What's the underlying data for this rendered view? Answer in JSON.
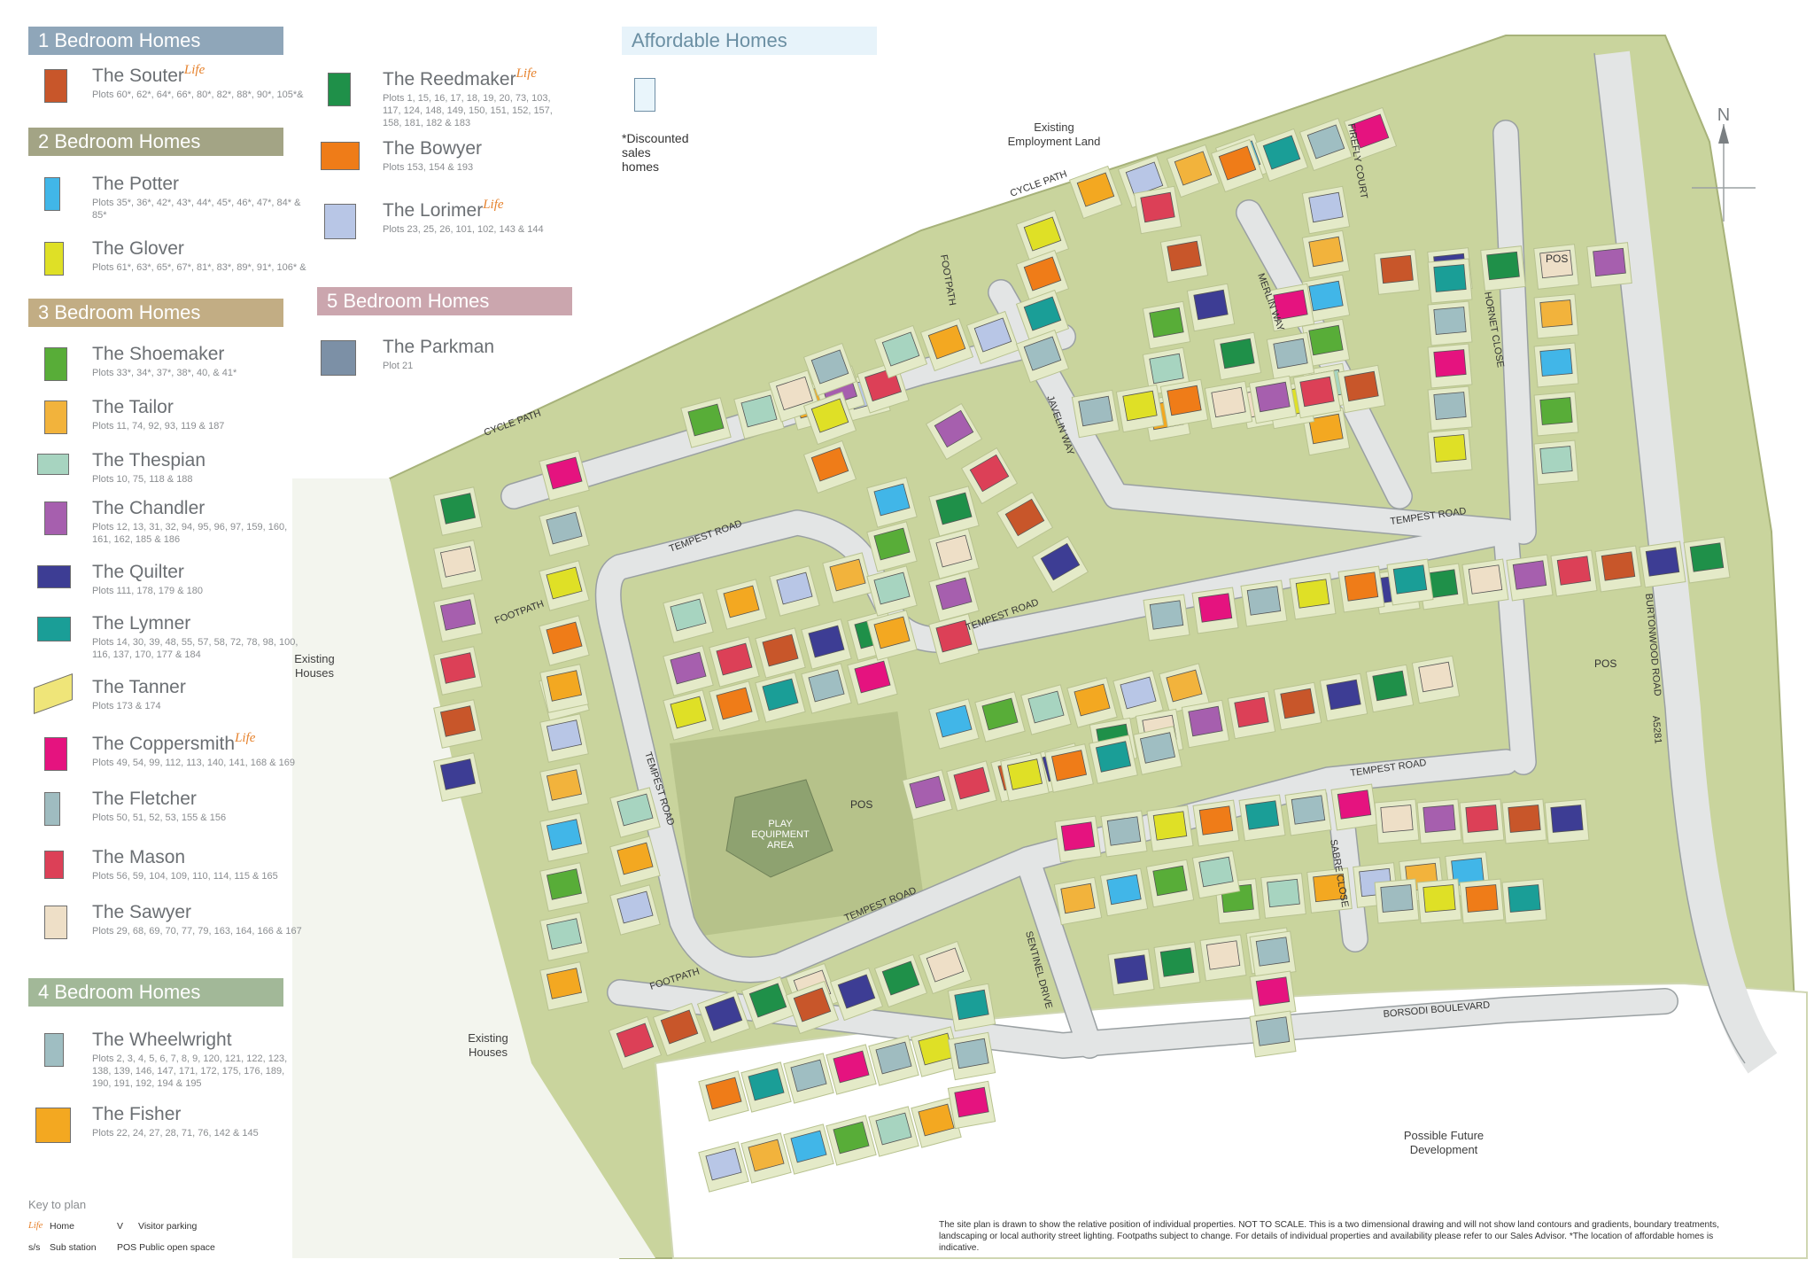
{
  "legend": {
    "sec1": "1 Bedroom Homes",
    "sec2": "2 Bedroom Homes",
    "sec3": "3 Bedroom Homes",
    "sec4": "4 Bedroom Homes",
    "sec5": "5 Bedroom Homes",
    "affordable": "Affordable Homes",
    "discounted": "*Discounted sales homes",
    "life": "Life",
    "houses": {
      "souter": {
        "name": "The Souter",
        "plots": "Plots 60*, 62*, 64*, 66*, 80*, 82*, 88*, 90*, 105*&"
      },
      "potter": {
        "name": "The Potter",
        "plots": "Plots 35*, 36*, 42*, 43*, 44*, 45*, 46*, 47*, 84* & 85*"
      },
      "glover": {
        "name": "The Glover",
        "plots": "Plots 61*, 63*, 65*, 67*, 81*, 83*, 89*, 91*, 106* &"
      },
      "shoemaker": {
        "name": "The Shoemaker",
        "plots": "Plots 33*, 34*, 37*, 38*, 40, & 41*"
      },
      "tailor": {
        "name": "The Tailor",
        "plots": "Plots 11, 74, 92, 93, 119 & 187"
      },
      "thespian": {
        "name": "The Thespian",
        "plots": "Plots 10, 75, 118 & 188"
      },
      "chandler": {
        "name": "The Chandler",
        "plots": "Plots 12, 13, 31, 32, 94, 95, 96, 97, 159, 160, 161, 162, 185 & 186"
      },
      "quilter": {
        "name": "The Quilter",
        "plots": "Plots 111, 178, 179 & 180"
      },
      "lymner": {
        "name": "The Lymner",
        "plots": "Plots 14, 30, 39, 48, 55, 57, 58, 72, 78, 98, 100, 116, 137, 170, 177 & 184"
      },
      "tanner": {
        "name": "The Tanner",
        "plots": "Plots 173 & 174"
      },
      "coppersmith": {
        "name": "The Coppersmith",
        "plots": "Plots 49, 54, 99, 112, 113, 140, 141, 168 & 169"
      },
      "fletcher": {
        "name": "The Fletcher",
        "plots": "Plots 50, 51, 52, 53, 155 & 156"
      },
      "mason": {
        "name": "The Mason",
        "plots": "Plots 56, 59, 104, 109, 110, 114, 115 & 165"
      },
      "sawyer": {
        "name": "The Sawyer",
        "plots": "Plots 29, 68, 69, 70, 77, 79, 163, 164, 166 & 167"
      },
      "wheelwright": {
        "name": "The Wheelwright",
        "plots": "Plots 2, 3, 4, 5, 6, 7, 8, 9, 120, 121, 122, 123, 138, 139, 146, 147, 171, 172, 175, 176, 189, 190, 191, 192, 194 & 195"
      },
      "fisher": {
        "name": "The Fisher",
        "plots": "Plots 22, 24, 27, 28, 71, 76, 142 & 145"
      },
      "reedmaker": {
        "name": "The Reedmaker",
        "plots": "Plots 1, 15, 16, 17, 18, 19, 20, 73, 103, 117, 124, 148, 149, 150, 151, 152, 157, 158, 181, 182 & 183"
      },
      "bowyer": {
        "name": "The Bowyer",
        "plots": "Plots 153, 154 & 193"
      },
      "lorimer": {
        "name": "The Lorimer",
        "plots": "Plots 23, 25, 26, 101, 102, 143 & 144"
      },
      "parkman": {
        "name": "The Parkman",
        "plots": "Plot 21"
      }
    }
  },
  "colors": {
    "sec1": "#8fa6b9",
    "sec2": "#a3a485",
    "sec3": "#c2ad84",
    "sec4": "#a2b898",
    "sec5": "#cba6ae",
    "affordable_bg": "#e7f3fa",
    "souter": "#c8562a",
    "potter": "#41b6e8",
    "glover": "#dfe026",
    "shoemaker": "#58ad38",
    "tailor": "#f2b33c",
    "thespian": "#a7d4c0",
    "chandler": "#a65fae",
    "quilter": "#3d3d94",
    "lymner": "#1a9e97",
    "tanner": "#efe579",
    "coppersmith": "#e5137f",
    "fletcher": "#9fbcc0",
    "mason": "#dc4057",
    "sawyer": "#eedfc7",
    "wheelwright": "#9fbec2",
    "fisher": "#f3a821",
    "reedmaker": "#1f9049",
    "bowyer": "#ef7c18",
    "lorimer": "#b8c6e6",
    "parkman": "#7c90a6",
    "land": "#c9d49d",
    "plot": "#e4eac8",
    "road": "#e3e5e5",
    "roadEdge": "#9aa0a2"
  },
  "map_labels": {
    "existing_employment": [
      "Existing",
      "Employment Land"
    ],
    "existing_houses_1": [
      "Existing",
      "Houses"
    ],
    "existing_houses_2": [
      "Existing",
      "Houses"
    ],
    "future_dev": [
      "Possible Future",
      "Development"
    ],
    "play_area": [
      "PLAY",
      "EQUIPMENT",
      "AREA"
    ],
    "pos": "POS",
    "cycle_path": "CYCLE PATH",
    "footpath": "FOOTPATH",
    "tempest_road": "TEMPEST ROAD",
    "javelin_way": "JAVELIN WAY",
    "merlin_way": "MERLIN WAY",
    "firefly_court": "FIREFLY COURT",
    "hornet_close": "HORNET CLOSE",
    "sabre_close": "SABRE CLOSE",
    "sentinel_drive": "SENTINEL DRIVE",
    "borsodi": "BORSODI BOULEVARD",
    "burtonwood": "BURTONWOOD ROAD",
    "a5281": "A5281",
    "north": "N"
  },
  "key": {
    "title": "Key to plan",
    "life_lbl": "Life",
    "home": "Home",
    "v": "V",
    "visitor": "Visitor parking",
    "ss": "s/s",
    "substation": "Sub station",
    "pos_key": "POS Public open space"
  },
  "disclaimer": "The site plan is drawn to show the relative position of individual properties. NOT TO SCALE. This is a two dimensional drawing and will not show land contours and gradients, boundary treatments, landscaping or local authority street lighting. Footpaths subject to change. For details of individual properties and availability please refer to our Sales Advisor. *The location of affordable homes is indicative."
}
